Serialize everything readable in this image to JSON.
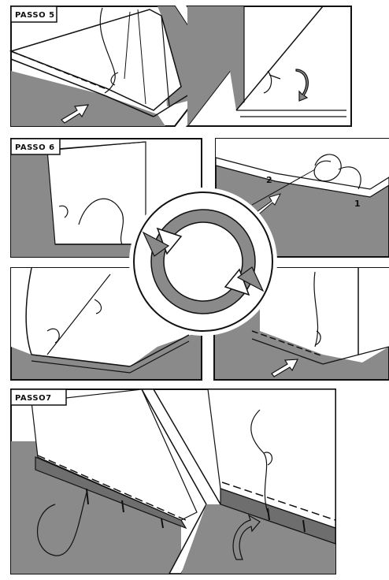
{
  "steps": [
    {
      "label": "PASSO 5"
    },
    {
      "label": "PASSO 6"
    },
    {
      "label": "PASSO7"
    }
  ],
  "panel6_numbers": [
    "2",
    "1"
  ],
  "colors": {
    "gray": "#8a8a8a",
    "dark_gray": "#6e6e6e",
    "ink": "#111111",
    "paper": "#ffffff"
  },
  "icons": [
    "cycle-arrow-icon",
    "push-arrow-icon",
    "rotate-arrow-icon",
    "thread-knot-icon"
  ]
}
